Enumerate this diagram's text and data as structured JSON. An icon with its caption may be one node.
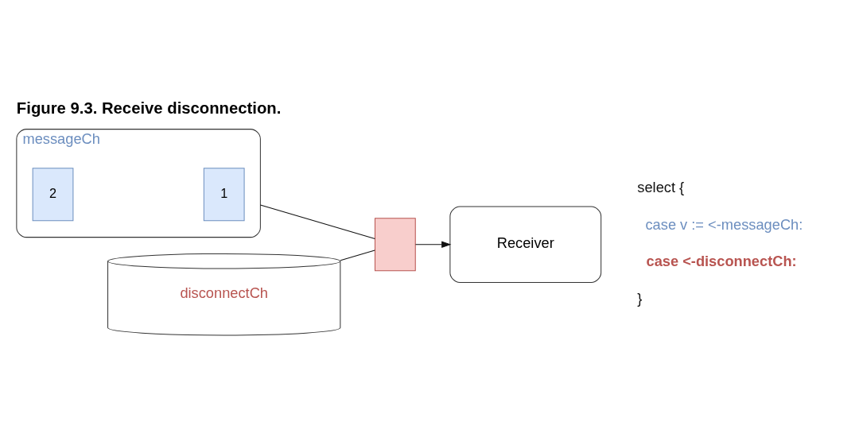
{
  "diagram": {
    "title": "Figure 9.3. Receive disconnection.",
    "nodes": [
      {
        "text": [
          "messageCh"
        ]
      },
      {
        "text": [
          "2"
        ],
        "in": 0
      },
      {
        "text": [
          "1"
        ],
        "in": 0
      },
      {
        "text": [
          "disconnectCh"
        ]
      },
      {
        "text": [],
        "shape": "box"
      },
      {
        "text": [
          "Receiver"
        ]
      }
    ],
    "edges": [
      {
        "from": 0,
        "to": 4,
        "arrow": "none"
      },
      {
        "from": 3,
        "to": 4,
        "arrow": "none"
      },
      {
        "from": 4,
        "to": 5,
        "arrow": "to"
      }
    ],
    "labels": [
      "select {",
      "case v := <-messageCh:",
      "case <-disconnectCh:",
      "}"
    ]
  }
}
